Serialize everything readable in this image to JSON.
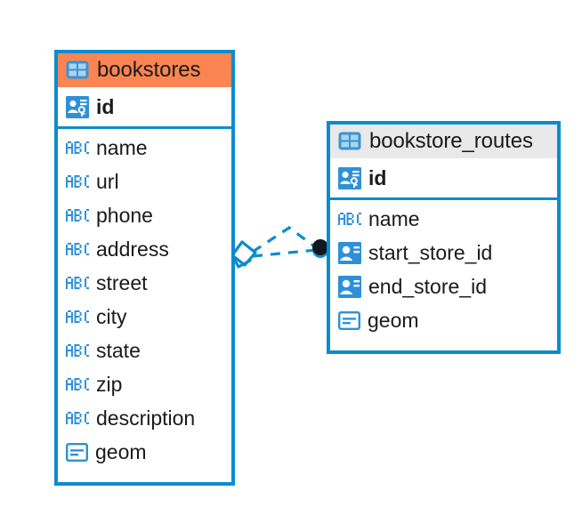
{
  "diagram": {
    "type": "entity-relationship-diagram",
    "colors": {
      "border": "#0c8ccd",
      "header_highlight": "#fa8552",
      "header_default": "#e9e9e9",
      "icon_blue": "#2f90d8",
      "text": "#1a1a1a",
      "connector": "#0c8ccd",
      "connector_endpoint": "#101820"
    },
    "entities": [
      {
        "name": "bookstores",
        "header_style": "highlight",
        "table_icon": "table-icon",
        "primary_keys": [
          {
            "label": "id",
            "icon": "primary-key-icon",
            "type": "pk"
          }
        ],
        "fields": [
          {
            "label": "name",
            "icon": "abc-text-icon",
            "type": "text"
          },
          {
            "label": "url",
            "icon": "abc-text-icon",
            "type": "text"
          },
          {
            "label": "phone",
            "icon": "abc-text-icon",
            "type": "text"
          },
          {
            "label": "address",
            "icon": "abc-text-icon",
            "type": "text"
          },
          {
            "label": "street",
            "icon": "abc-text-icon",
            "type": "text"
          },
          {
            "label": "city",
            "icon": "abc-text-icon",
            "type": "text"
          },
          {
            "label": "state",
            "icon": "abc-text-icon",
            "type": "text"
          },
          {
            "label": "zip",
            "icon": "abc-text-icon",
            "type": "text"
          },
          {
            "label": "description",
            "icon": "abc-text-icon",
            "type": "text"
          },
          {
            "label": "geom",
            "icon": "geometry-icon",
            "type": "geometry"
          }
        ]
      },
      {
        "name": "bookstore_routes",
        "header_style": "default",
        "table_icon": "table-icon",
        "primary_keys": [
          {
            "label": "id",
            "icon": "primary-key-icon",
            "type": "pk"
          }
        ],
        "fields": [
          {
            "label": "name",
            "icon": "abc-text-icon",
            "type": "text"
          },
          {
            "label": "start_store_id",
            "icon": "foreign-key-icon",
            "type": "fk"
          },
          {
            "label": "end_store_id",
            "icon": "foreign-key-icon",
            "type": "fk"
          },
          {
            "label": "geom",
            "icon": "geometry-icon",
            "type": "geometry"
          }
        ]
      }
    ],
    "relationship": {
      "from_entity": "bookstores",
      "to_entity": "bookstore_routes",
      "from_marker": "rhombus-marker",
      "to_marker": "filled-circle-marker",
      "line_style": "dashed"
    }
  }
}
